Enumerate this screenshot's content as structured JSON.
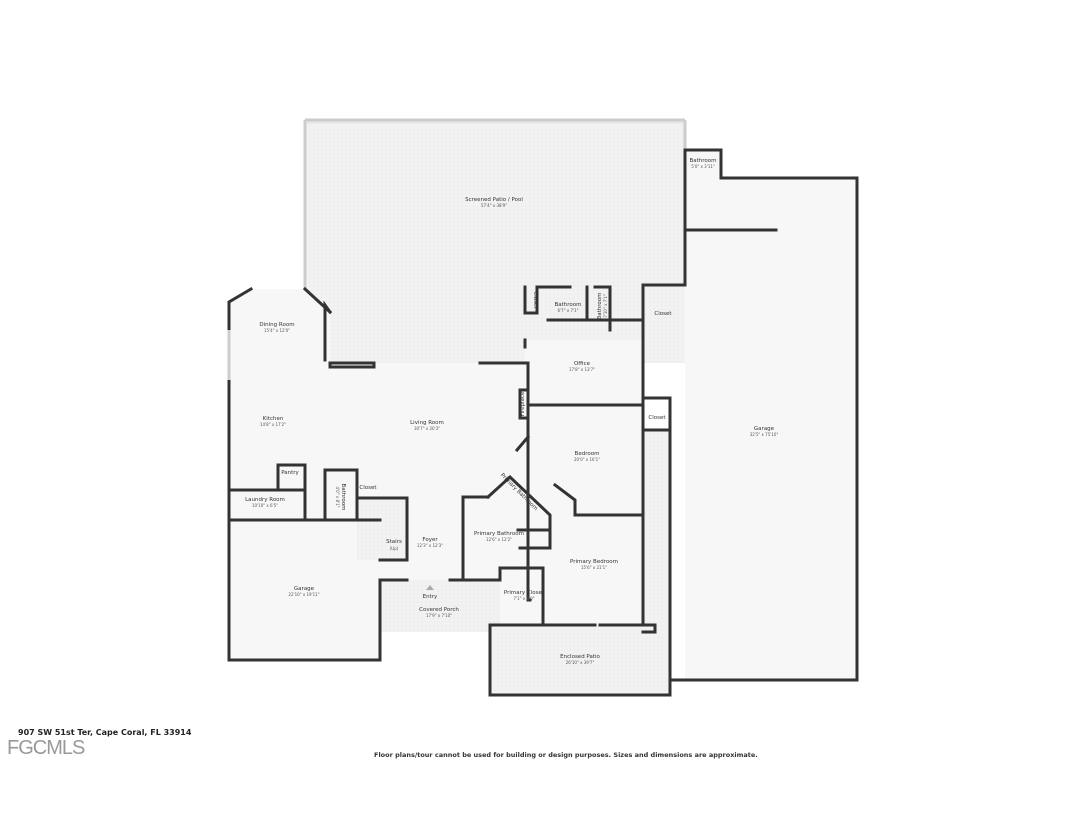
{
  "address": "907 SW 51st Ter, Cape Coral, FL 33914",
  "logo_text": "FGCMLS",
  "disclaimer": "Floor plans/tour cannot be used for building or design purposes. Sizes and dimensions are approximate.",
  "rooms": {
    "patio": {
      "name": "Screened Patio / Pool",
      "dim": "57'4\" x 38'9\""
    },
    "bath_top": {
      "name": "Bathroom",
      "dim": "5'0\" x 3'11\""
    },
    "closet1": {
      "name": "Closet"
    },
    "bath1": {
      "name": "Bathroom",
      "dim": "6'7\" x 7'1\""
    },
    "bath2": {
      "name": "Bathroom",
      "dim": "7'10\" x 7'1\""
    },
    "closet2": {
      "name": "Closet"
    },
    "dining": {
      "name": "Dining Room",
      "dim": "15'4\" x 12'0\""
    },
    "office": {
      "name": "Office",
      "dim": "17'8\" x 13'7\""
    },
    "fireplace": {
      "name": "Fireplace"
    },
    "closet3": {
      "name": "Closet"
    },
    "kitchen": {
      "name": "Kitchen",
      "dim": "14'8\" x 17'2\""
    },
    "living": {
      "name": "Living Room",
      "dim": "30'7\" x 20'3\""
    },
    "garage_big": {
      "name": "Garage",
      "dim": "32'5\" x 75'10\""
    },
    "bedroom": {
      "name": "Bedroom",
      "dim": "20'0\" x 16'1\""
    },
    "pantry": {
      "name": "Pantry"
    },
    "laundry": {
      "name": "Laundry Room",
      "dim": "10'10\" x 6'5\""
    },
    "bath3": {
      "name": "Bathroom",
      "dim": "4'0\" x 8'1\""
    },
    "closet4": {
      "name": "Closet"
    },
    "primary_bath_small": {
      "name": "Primary Bathroom"
    },
    "stairs": {
      "name": "Stairs",
      "sub": "(Up)"
    },
    "foyer": {
      "name": "Foyer",
      "dim": "12'3\" x 12'3\""
    },
    "primary_bath": {
      "name": "Primary Bathroom",
      "dim": "12'6\" x 12'2\""
    },
    "primary_bed": {
      "name": "Primary Bedroom",
      "dim": "15'6\" x 21'1\""
    },
    "garage_small": {
      "name": "Garage",
      "dim": "22'10\" x 19'11\""
    },
    "entry": {
      "name": "Entry"
    },
    "porch": {
      "name": "Covered Porch",
      "dim": "17'9\" x 7'10\""
    },
    "primary_closet": {
      "name": "Primary Closet",
      "dim": "7'1\" x 8'0\""
    },
    "enclosed_patio": {
      "name": "Enclosed Patio",
      "dim": "26'10\" x 39'7\""
    }
  }
}
